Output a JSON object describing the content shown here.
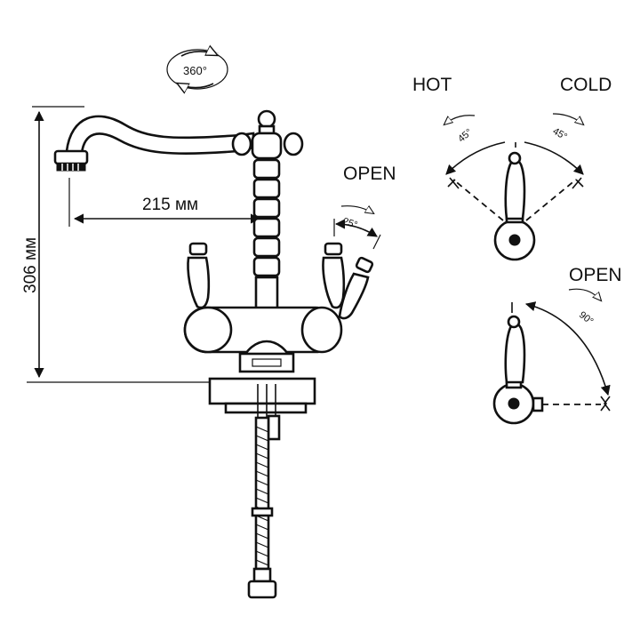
{
  "labels": {
    "rotation": "360°",
    "width_dim": "215 мм",
    "height_dim": "306 мм",
    "open_main": "OPEN",
    "open_main_angle": "25°",
    "hot": "HOT",
    "cold": "COLD",
    "hot_angle": "45°",
    "cold_angle": "45°",
    "open_side": "OPEN",
    "open_side_angle": "90°"
  },
  "colors": {
    "line": "#111111",
    "background": "#ffffff"
  },
  "icons": [
    "rotation-arrows-icon",
    "curved-arrow-icon"
  ]
}
